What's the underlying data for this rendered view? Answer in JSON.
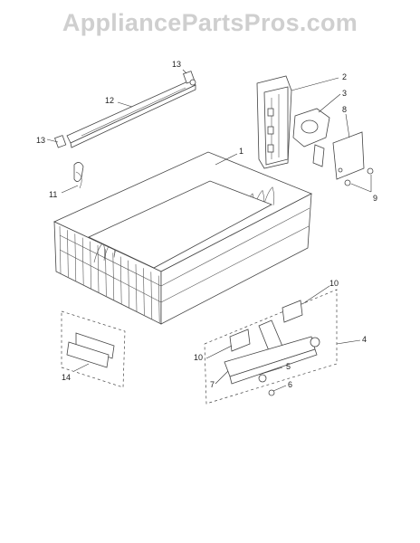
{
  "watermark": "AppliancePartsPros.com",
  "callouts": {
    "c1": "1",
    "c2": "2",
    "c3": "3",
    "c4": "4",
    "c5": "5",
    "c6": "6",
    "c7": "7",
    "c8": "8",
    "c9": "9",
    "c10a": "10",
    "c10b": "10",
    "c11": "11",
    "c12": "12",
    "c13a": "13",
    "c13b": "13",
    "c14": "14"
  }
}
